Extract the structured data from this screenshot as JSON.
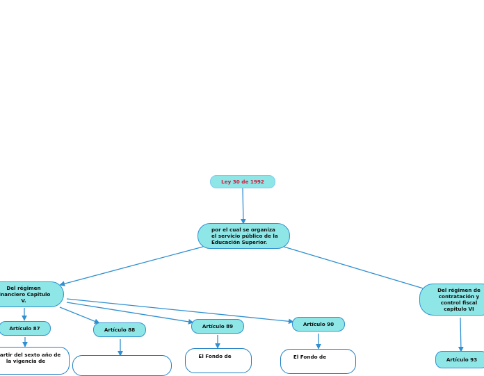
{
  "map": {
    "root": "Ley 30 de 1992",
    "main_topic": "por el cual se organiza el servicio público de la Educación Superior.",
    "branch_left": "Del régimen financiero Capitulo V.",
    "branch_right": "Del régimen de contratación y control fiscal capitulo VI",
    "articles": {
      "a87": "Artículo 87",
      "a88": "Artículo 88",
      "a89": "Artículo 89",
      "a90": "Artículo 90",
      "a93": "Artículo 93"
    },
    "details": {
      "d87": "A partir del sexto año de la vigencia de",
      "d89": "El Fondo de",
      "d90": "El Fondo de"
    }
  },
  "colors": {
    "node_fill": "#8ee6e6",
    "connector": "#2f8fd0",
    "root_text": "#d0183a"
  }
}
